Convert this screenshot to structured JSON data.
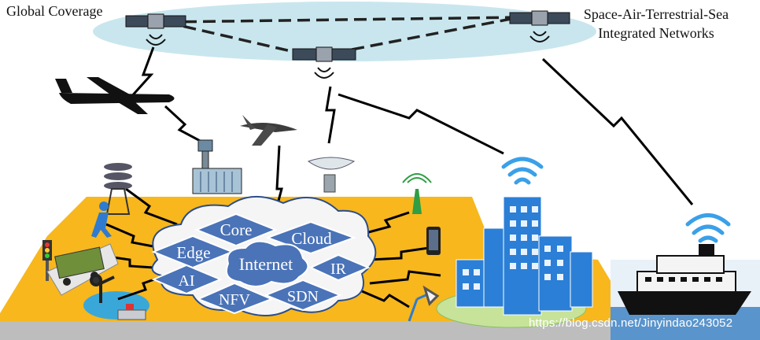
{
  "labels": {
    "global_coverage": "Global Coverage",
    "network_title_line1": "Space-Air-Terrestrial-Sea",
    "network_title_line2": "Integrated Networks"
  },
  "cloud_terms": {
    "core": "Core",
    "cloud": "Cloud",
    "edge": "Edge",
    "internet": "Internet",
    "ir": "IR",
    "ai": "AI",
    "nfv": "NFV",
    "sdn": "SDN"
  },
  "watermark": "https://blog.csdn.net/Jinyindao243052",
  "colors": {
    "ground": "#f7b71d",
    "orbit": "#c9e6ee",
    "cloud": "#4a73b8",
    "cloud_text": "#ffffff",
    "building": "#2b7fd6",
    "sea": "#6aa9d8",
    "grass": "#c7e39a",
    "link": "#000000"
  }
}
